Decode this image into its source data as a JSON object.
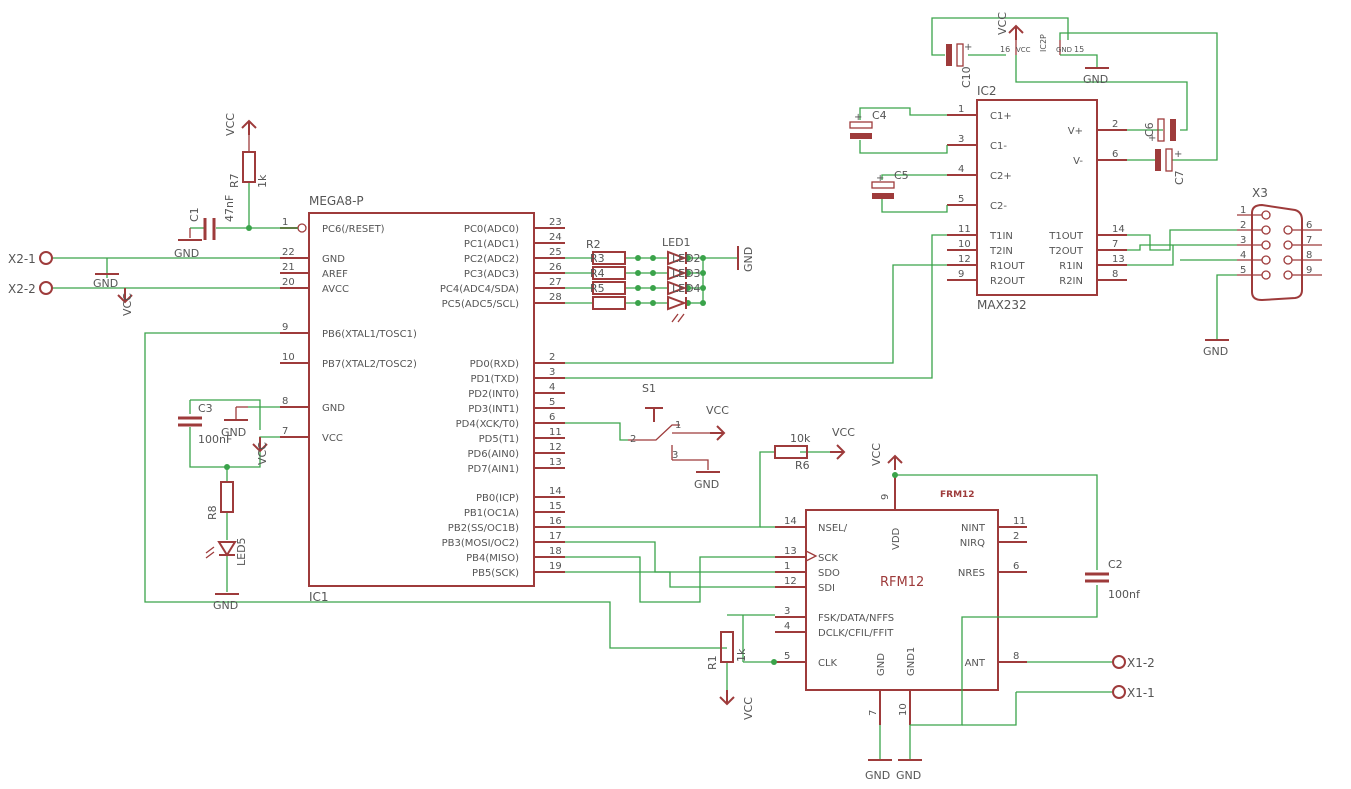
{
  "ic1": {
    "name": "IC1",
    "value": "MEGA8-P",
    "pins_left": [
      {
        "num": "1",
        "name": "PC6(/RESET)"
      },
      {
        "num": "22",
        "name": "GND"
      },
      {
        "num": "21",
        "name": "AREF"
      },
      {
        "num": "20",
        "name": "AVCC"
      },
      {
        "num": "9",
        "name": "PB6(XTAL1/TOSC1)"
      },
      {
        "num": "10",
        "name": "PB7(XTAL2/TOSC2)"
      },
      {
        "num": "8",
        "name": "GND"
      },
      {
        "num": "7",
        "name": "VCC"
      }
    ],
    "pins_right": [
      {
        "num": "23",
        "name": "PC0(ADC0)"
      },
      {
        "num": "24",
        "name": "PC1(ADC1)"
      },
      {
        "num": "25",
        "name": "PC2(ADC2)"
      },
      {
        "num": "26",
        "name": "PC3(ADC3)"
      },
      {
        "num": "27",
        "name": "PC4(ADC4/SDA)"
      },
      {
        "num": "28",
        "name": "PC5(ADC5/SCL)"
      },
      {
        "num": "2",
        "name": "PD0(RXD)"
      },
      {
        "num": "3",
        "name": "PD1(TXD)"
      },
      {
        "num": "4",
        "name": "PD2(INT0)"
      },
      {
        "num": "5",
        "name": "PD3(INT1)"
      },
      {
        "num": "6",
        "name": "PD4(XCK/T0)"
      },
      {
        "num": "11",
        "name": "PD5(T1)"
      },
      {
        "num": "12",
        "name": "PD6(AIN0)"
      },
      {
        "num": "13",
        "name": "PD7(AIN1)"
      },
      {
        "num": "14",
        "name": "PB0(ICP)"
      },
      {
        "num": "15",
        "name": "PB1(OC1A)"
      },
      {
        "num": "16",
        "name": "PB2(SS/OC1B)"
      },
      {
        "num": "17",
        "name": "PB3(MOSI/OC2)"
      },
      {
        "num": "18",
        "name": "PB4(MISO)"
      },
      {
        "num": "19",
        "name": "PB5(SCK)"
      }
    ]
  },
  "ic2": {
    "name": "IC2",
    "value": "MAX232",
    "pins_left": [
      {
        "num": "1",
        "name": "C1+"
      },
      {
        "num": "3",
        "name": "C1-"
      },
      {
        "num": "4",
        "name": "C2+"
      },
      {
        "num": "5",
        "name": "C2-"
      },
      {
        "num": "11",
        "name": "T1IN"
      },
      {
        "num": "10",
        "name": "T2IN"
      },
      {
        "num": "12",
        "name": "R1OUT"
      },
      {
        "num": "9",
        "name": "R2OUT"
      }
    ],
    "pins_right": [
      {
        "num": "2",
        "name": "V+"
      },
      {
        "num": "6",
        "name": "V-"
      },
      {
        "num": "14",
        "name": "T1OUT"
      },
      {
        "num": "7",
        "name": "T2OUT"
      },
      {
        "num": "13",
        "name": "R1IN"
      },
      {
        "num": "8",
        "name": "R2IN"
      }
    ],
    "power": {
      "name": "IC2P",
      "vcc_pin": "16",
      "vcc_label": "VCC",
      "gnd_pin": "15",
      "gnd_label": "GND"
    }
  },
  "rfm12": {
    "name": "RFM12",
    "value": "FRM12",
    "pins_left": [
      {
        "num": "14",
        "name": "NSEL/"
      },
      {
        "num": "13",
        "name": "SCK"
      },
      {
        "num": "1",
        "name": "SDO"
      },
      {
        "num": "12",
        "name": "SDI"
      },
      {
        "num": "3",
        "name": "FSK/DATA/NFFS"
      },
      {
        "num": "4",
        "name": "DCLK/CFIL/FFIT"
      },
      {
        "num": "5",
        "name": "CLK"
      }
    ],
    "pins_right": [
      {
        "num": "11",
        "name": "NINT"
      },
      {
        "num": "2",
        "name": "NIRQ"
      },
      {
        "num": "6",
        "name": "NRES"
      },
      {
        "num": "8",
        "name": "ANT"
      }
    ],
    "pin_vdd": {
      "num": "9",
      "name": "VDD"
    },
    "pin_gnd": {
      "num": "7",
      "name": "GND"
    },
    "pin_gnd1": {
      "num": "10",
      "name": "GND1"
    }
  },
  "x3": {
    "name": "X3",
    "pins_left": [
      "1",
      "2",
      "3",
      "4",
      "5"
    ],
    "pins_right": [
      "6",
      "7",
      "8",
      "9"
    ]
  },
  "components": {
    "c1": {
      "name": "C1",
      "value": "47nF"
    },
    "c2": {
      "name": "C2",
      "value": "100nf"
    },
    "c3": {
      "name": "C3",
      "value": "100nF"
    },
    "c4": {
      "name": "C4"
    },
    "c5": {
      "name": "C5"
    },
    "c6": {
      "name": "C6"
    },
    "c7": {
      "name": "C7"
    },
    "c10": {
      "name": "C10"
    },
    "r1": {
      "name": "R1",
      "value": "1k"
    },
    "r2": {
      "name": "R2"
    },
    "r3": {
      "name": "R3"
    },
    "r4": {
      "name": "R4"
    },
    "r5": {
      "name": "R5"
    },
    "r6": {
      "name": "R6",
      "value": "10k"
    },
    "r7": {
      "name": "R7",
      "value": "1k"
    },
    "r8": {
      "name": "R8"
    },
    "led1": {
      "name": "LED1",
      "sub": [
        "LED2",
        "LED3",
        "LED4"
      ]
    },
    "led5": {
      "name": "LED5"
    },
    "s1": {
      "name": "S1",
      "pins": [
        "1",
        "2",
        "3"
      ]
    }
  },
  "connectors": {
    "x2_1": "X2-1",
    "x2_2": "X2-2",
    "x1_1": "X1-1",
    "x1_2": "X1-2"
  },
  "supplies": {
    "vcc": "VCC",
    "gnd": "GND"
  },
  "polarity": "+"
}
